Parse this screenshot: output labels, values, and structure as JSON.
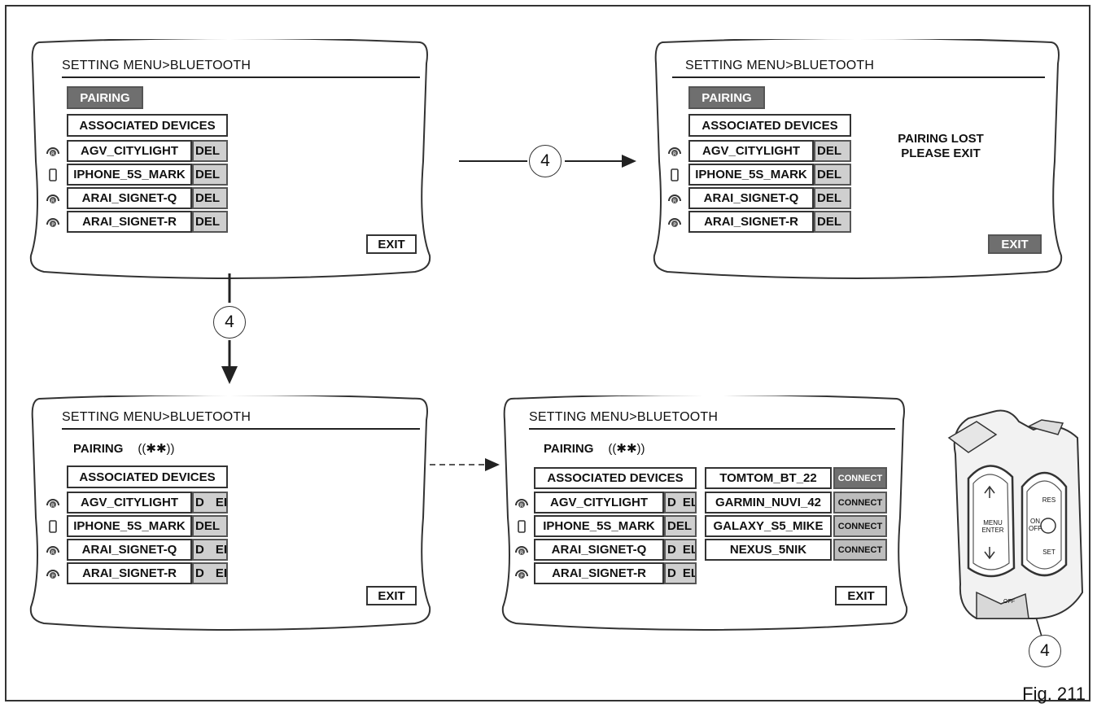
{
  "screen_header": "SETTING MENU>BLUETOOTH",
  "pairing_label": "PAIRING",
  "pairing_active_icon": "((✱✱))",
  "associated_devices_label": "ASSOCIATED DEVICES",
  "del_label": "DEL",
  "del_split": {
    "left": "D",
    "right": "EL"
  },
  "exit_label": "EXIT",
  "connect_label": "CONNECT",
  "devices": [
    {
      "name": "AGV_CITYLIGHT",
      "icon": "helmet-rider-icon"
    },
    {
      "name": "IPHONE_5S_MARK",
      "icon": "phone-icon"
    },
    {
      "name": "ARAI_SIGNET-Q",
      "icon": "helmet-rider-icon"
    },
    {
      "name": "ARAI_SIGNET-R",
      "icon": "helmet-passenger-icon"
    }
  ],
  "found_devices": [
    "TOMTOM_BT_22",
    "GARMIN_NUVI_42",
    "GALAXY_S5_MIKE",
    "NEXUS_5NIK"
  ],
  "pairing_lost_message": [
    "PAIRING LOST",
    "PLEASE EXIT"
  ],
  "step_number": "4",
  "switch_labels": {
    "menu_enter": "MENU ENTER",
    "on_off": "ON OFF",
    "res": "RES",
    "set": "SET",
    "off": "OFF"
  },
  "figure_label": "Fig. 211",
  "colors": {
    "selected": "#6f6f6f",
    "del_fill": "#cfcfcf",
    "connect_fill": "#bdbdbd",
    "line": "#333333"
  }
}
